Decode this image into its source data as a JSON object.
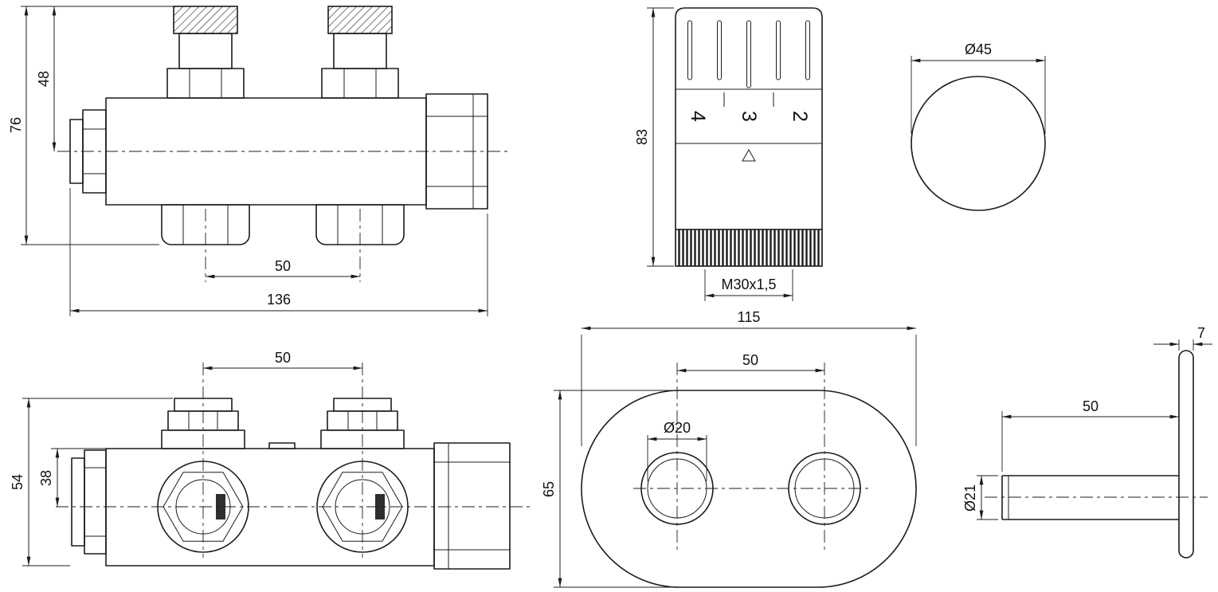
{
  "drawing": {
    "background": "#ffffff",
    "line_color": "#1c1c1c",
    "views": {
      "valve_side": {
        "label": "valve-side-view",
        "dims": {
          "overall_height": "76",
          "stem_height": "48",
          "port_spacing": "50",
          "overall_length": "136"
        }
      },
      "thermo_head": {
        "label": "thermostatic-head-view",
        "scale_marks": [
          "4",
          "3",
          "2"
        ],
        "dims": {
          "height": "83",
          "thread": "M30x1,5"
        }
      },
      "head_top": {
        "label": "head-top-view",
        "dims": {
          "diameter": "Ø45"
        }
      },
      "valve_front": {
        "label": "valve-front-view",
        "dims": {
          "overall_height": "54",
          "stem_height": "38",
          "port_spacing": "50"
        }
      },
      "rosette_front": {
        "label": "rosette-front-view",
        "dims": {
          "width": "115",
          "hole_spacing": "50",
          "hole_diameter": "Ø20",
          "height": "65"
        }
      },
      "rosette_side": {
        "label": "rosette-side-view",
        "dims": {
          "thickness": "7",
          "length": "50",
          "pipe_diameter": "Ø21"
        }
      }
    }
  }
}
